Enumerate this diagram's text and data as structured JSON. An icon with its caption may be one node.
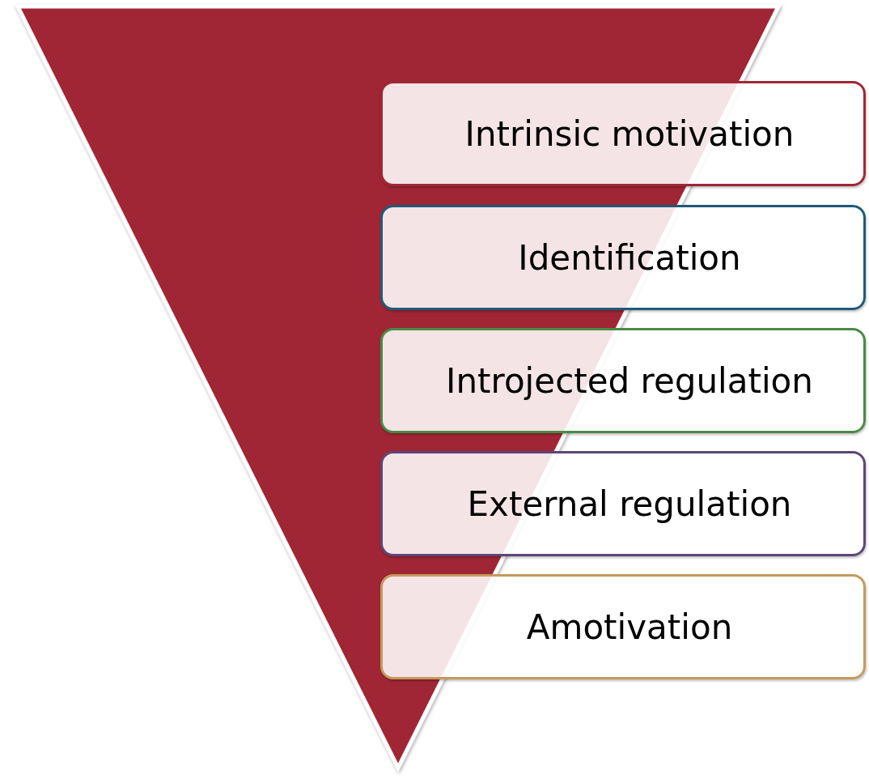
{
  "diagram": {
    "nodes": [
      {
        "text": [],
        "shape": "triangle"
      },
      {
        "text": [
          "Intrinsic motivation"
        ]
      },
      {
        "text": [
          "Identification"
        ]
      },
      {
        "text": [
          "Introjected regulation"
        ]
      },
      {
        "text": [
          "External regulation"
        ]
      },
      {
        "text": [
          "Amotivation"
        ]
      }
    ]
  }
}
